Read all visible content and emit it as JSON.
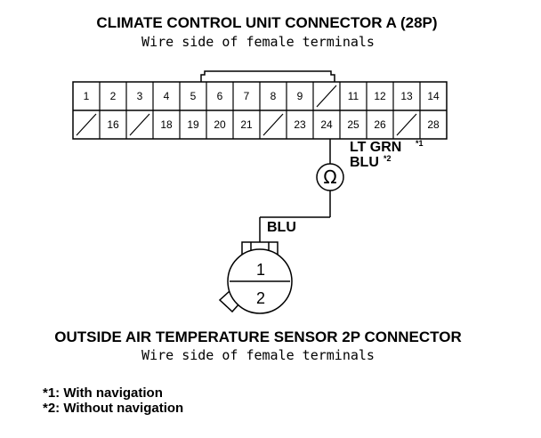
{
  "connector_a": {
    "title": "CLIMATE CONTROL UNIT CONNECTOR A (28P)",
    "subtitle": "Wire side of female terminals",
    "top_row": [
      "1",
      "2",
      "3",
      "4",
      "5",
      "6",
      "7",
      "8",
      "9",
      "",
      "11",
      "12",
      "13",
      "14"
    ],
    "bottom_row": [
      "",
      "16",
      "",
      "18",
      "19",
      "20",
      "21",
      "",
      "23",
      "24",
      "25",
      "26",
      "",
      "28"
    ]
  },
  "wire_a": {
    "color_1": "LT GRN",
    "mark_1": "*1",
    "color_2": "BLU",
    "mark_2": "*2"
  },
  "meter_symbol": "Ω",
  "wire_b": {
    "color": "BLU"
  },
  "sensor": {
    "pin_1": "1",
    "pin_2": "2",
    "title": "OUTSIDE AIR TEMPERATURE SENSOR 2P CONNECTOR",
    "subtitle": "Wire side of female terminals"
  },
  "notes": [
    "*1: With navigation",
    "*2: Without navigation"
  ]
}
